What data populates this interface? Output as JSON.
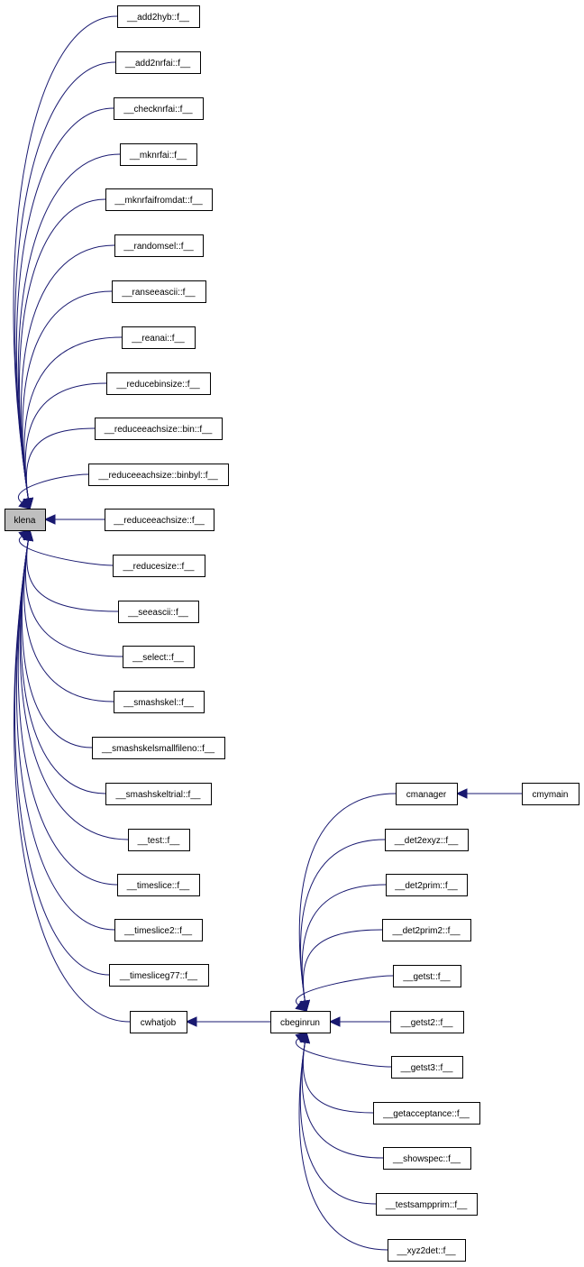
{
  "graph": {
    "edge_color": "#191970",
    "highlight_fill": "#bfbfbf",
    "nodes": [
      {
        "id": "klena",
        "label": "klena",
        "highlight": true
      },
      {
        "id": "add2hyb",
        "label": "__add2hyb::f__"
      },
      {
        "id": "add2nrfai",
        "label": "__add2nrfai::f__"
      },
      {
        "id": "checknrfai",
        "label": "__checknrfai::f__"
      },
      {
        "id": "mknrfai",
        "label": "__mknrfai::f__"
      },
      {
        "id": "mknrfaifromdat",
        "label": "__mknrfaifromdat::f__"
      },
      {
        "id": "randomsel",
        "label": "__randomsel::f__"
      },
      {
        "id": "ranseeascii",
        "label": "__ranseeascii::f__"
      },
      {
        "id": "reanai",
        "label": "__reanai::f__"
      },
      {
        "id": "reducebinsize",
        "label": "__reducebinsize::f__"
      },
      {
        "id": "reduceeachsize_bin",
        "label": "__reduceeachsize::bin::f__"
      },
      {
        "id": "reduceeachsize_binbyl",
        "label": "__reduceeachsize::binbyl::f__"
      },
      {
        "id": "reduceeachsize",
        "label": "__reduceeachsize::f__"
      },
      {
        "id": "reducesize",
        "label": "__reducesize::f__"
      },
      {
        "id": "seeascii",
        "label": "__seeascii::f__"
      },
      {
        "id": "select",
        "label": "__select::f__"
      },
      {
        "id": "smashskel",
        "label": "__smashskel::f__"
      },
      {
        "id": "smashskelsmallfileno",
        "label": "__smashskelsmallfileno::f__"
      },
      {
        "id": "smashskeltrial",
        "label": "__smashskeltrial::f__"
      },
      {
        "id": "test",
        "label": "__test::f__"
      },
      {
        "id": "timeslice",
        "label": "__timeslice::f__"
      },
      {
        "id": "timeslice2",
        "label": "__timeslice2::f__"
      },
      {
        "id": "timesliceg77",
        "label": "__timesliceg77::f__"
      },
      {
        "id": "cwhatjob",
        "label": "cwhatjob"
      },
      {
        "id": "cbeginrun",
        "label": "cbeginrun"
      },
      {
        "id": "cmanager",
        "label": "cmanager"
      },
      {
        "id": "cmymain",
        "label": "cmymain"
      },
      {
        "id": "det2exyz",
        "label": "__det2exyz::f__"
      },
      {
        "id": "det2prim",
        "label": "__det2prim::f__"
      },
      {
        "id": "det2prim2",
        "label": "__det2prim2::f__"
      },
      {
        "id": "getst",
        "label": "__getst::f__"
      },
      {
        "id": "getst2",
        "label": "__getst2::f__"
      },
      {
        "id": "getst3",
        "label": "__getst3::f__"
      },
      {
        "id": "getacceptance",
        "label": "__getacceptance::f__"
      },
      {
        "id": "showspec",
        "label": "__showspec::f__"
      },
      {
        "id": "testsampprim",
        "label": "__testsampprim::f__"
      },
      {
        "id": "xyz2det",
        "label": "__xyz2det::f__"
      }
    ],
    "edges": [
      {
        "from": "add2hyb",
        "to": "klena"
      },
      {
        "from": "add2nrfai",
        "to": "klena"
      },
      {
        "from": "checknrfai",
        "to": "klena"
      },
      {
        "from": "mknrfai",
        "to": "klena"
      },
      {
        "from": "mknrfaifromdat",
        "to": "klena"
      },
      {
        "from": "randomsel",
        "to": "klena"
      },
      {
        "from": "ranseeascii",
        "to": "klena"
      },
      {
        "from": "reanai",
        "to": "klena"
      },
      {
        "from": "reducebinsize",
        "to": "klena"
      },
      {
        "from": "reduceeachsize_bin",
        "to": "klena"
      },
      {
        "from": "reduceeachsize_binbyl",
        "to": "klena"
      },
      {
        "from": "reduceeachsize",
        "to": "klena"
      },
      {
        "from": "reducesize",
        "to": "klena"
      },
      {
        "from": "seeascii",
        "to": "klena"
      },
      {
        "from": "select",
        "to": "klena"
      },
      {
        "from": "smashskel",
        "to": "klena"
      },
      {
        "from": "smashskelsmallfileno",
        "to": "klena"
      },
      {
        "from": "smashskeltrial",
        "to": "klena"
      },
      {
        "from": "test",
        "to": "klena"
      },
      {
        "from": "timeslice",
        "to": "klena"
      },
      {
        "from": "timeslice2",
        "to": "klena"
      },
      {
        "from": "timesliceg77",
        "to": "klena"
      },
      {
        "from": "cwhatjob",
        "to": "klena"
      },
      {
        "from": "cbeginrun",
        "to": "cwhatjob"
      },
      {
        "from": "cmanager",
        "to": "cbeginrun"
      },
      {
        "from": "cmymain",
        "to": "cmanager"
      },
      {
        "from": "det2exyz",
        "to": "cbeginrun"
      },
      {
        "from": "det2prim",
        "to": "cbeginrun"
      },
      {
        "from": "det2prim2",
        "to": "cbeginrun"
      },
      {
        "from": "getst",
        "to": "cbeginrun"
      },
      {
        "from": "getst2",
        "to": "cbeginrun"
      },
      {
        "from": "getst3",
        "to": "cbeginrun"
      },
      {
        "from": "getacceptance",
        "to": "cbeginrun"
      },
      {
        "from": "showspec",
        "to": "cbeginrun"
      },
      {
        "from": "testsampprim",
        "to": "cbeginrun"
      },
      {
        "from": "xyz2det",
        "to": "cbeginrun"
      }
    ]
  }
}
